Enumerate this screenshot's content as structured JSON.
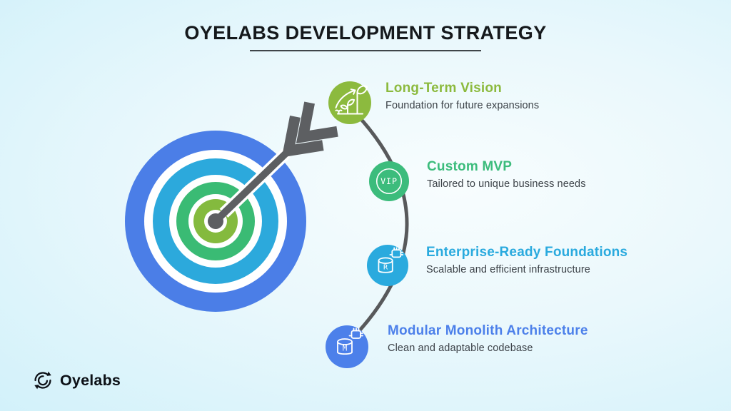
{
  "header": {
    "title": "OYELABS DEVELOPMENT STRATEGY"
  },
  "milestones": [
    {
      "title": "Long-Term Vision",
      "description": "Foundation for future expansions",
      "color": "#8cba3e",
      "icon": "growth-plant-icon"
    },
    {
      "title": "Custom MVP",
      "description": "Tailored to unique business needs",
      "color": "#3cbc7c",
      "icon": "vip-badge-icon",
      "badge_text": "VIP"
    },
    {
      "title": "Enterprise-Ready Foundations",
      "description": "Scalable and efficient infrastructure",
      "color": "#2aaade",
      "icon": "database-chip-icon",
      "db_letter": "R"
    },
    {
      "title": "Modular Monolith Architecture",
      "description": "Clean and adaptable codebase",
      "color": "#4c80ea",
      "icon": "database-chip-icon",
      "db_letter": "M"
    }
  ],
  "target": {
    "ring_colors": [
      "#4b7ee7",
      "#ffffff",
      "#2ca9dc",
      "#ffffff",
      "#3abb74",
      "#ffffff",
      "#84ba3e",
      "#ffffff",
      "#5d5f62"
    ],
    "icon": "bullseye-arrow-icon"
  },
  "colors": {
    "connector": "#58595b",
    "arrow": "#5d5f62",
    "title_text": "#15191c",
    "description_text": "#3c4248"
  },
  "footer": {
    "brand": "Oyelabs"
  }
}
